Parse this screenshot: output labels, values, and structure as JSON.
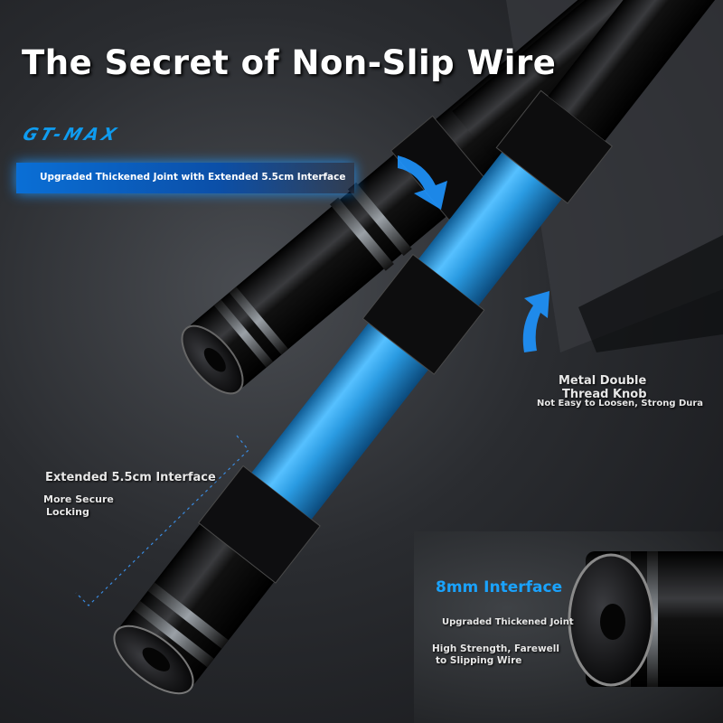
{
  "headline": "The Secret of Non-Slip Wire",
  "brand": "GT-MAX",
  "badge_text": "Upgraded Thickened Joint with Extended 5.5cm Interface",
  "callouts": {
    "extended": "Extended 5.5cm Interface",
    "secure_line1": "More Secure",
    "secure_line2": "Locking",
    "metal_line1": "Metal Double",
    "metal_line2": "Thread Knob",
    "metal_detail": "Not Easy to Loosen, Strong Dura"
  },
  "inset": {
    "title": "8mm Interface",
    "subtitle": "Upgraded Thickened Joint",
    "detail_line1": "High Strength, Farewell",
    "detail_line2": "to Slipping Wire"
  },
  "colors": {
    "accent_blue": "#1aa3ff",
    "tube_blue": "#2f9fe6",
    "rod_black": "#0b0b0c"
  }
}
